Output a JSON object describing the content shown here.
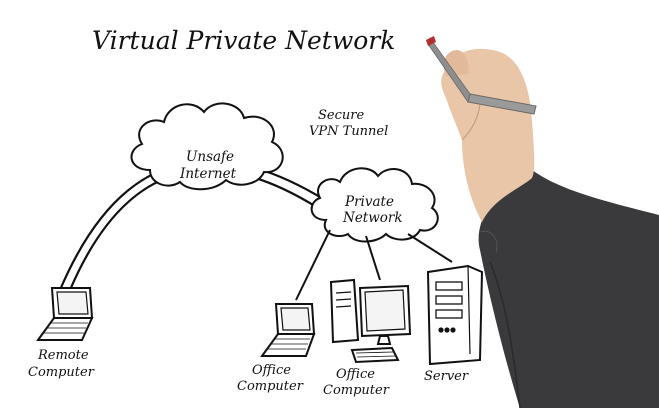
{
  "title": "Virtual Private Network",
  "labels": {
    "tunnel_line1": "Secure",
    "tunnel_line2": "VPN Tunnel",
    "internet_line1": "Unsafe",
    "internet_line2": "Internet",
    "private_line1": "Private",
    "private_line2": "Network",
    "remote_line1": "Remote",
    "remote_line2": "Computer",
    "office1_line1": "Office",
    "office1_line2": "Computer",
    "office2_line1": "Office",
    "office2_line2": "Computer",
    "server": "Server"
  },
  "colors": {
    "ink": "#111111",
    "sleeve": "#3a3a3c",
    "skin": "#e9c6a8",
    "marker": "#9a9a9a",
    "marker_tip": "#b03030"
  },
  "icons": [
    "laptop-icon",
    "desktop-computer-icon",
    "server-icon",
    "cloud-icon",
    "hand-with-marker"
  ]
}
